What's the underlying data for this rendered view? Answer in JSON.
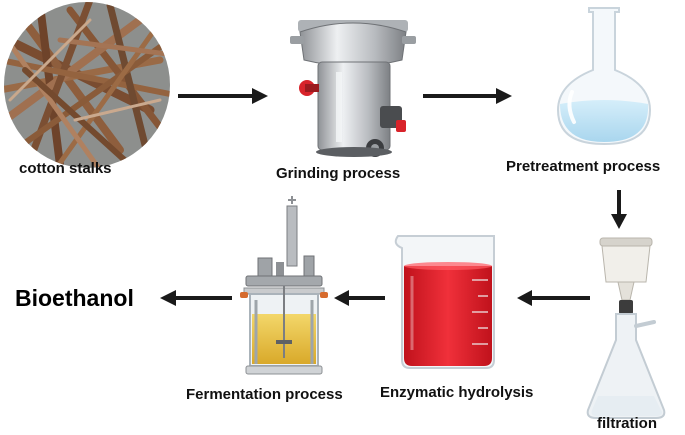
{
  "steps": {
    "cotton_stalks": "cotton stalks",
    "grinding": "Grinding process",
    "pretreatment": "Pretreatment process",
    "filtration": "filtration",
    "enzymatic": "Enzymatic hydrolysis",
    "fermentation": "Fermentation process",
    "product": "Bioethanol"
  },
  "colors": {
    "arrow": "#1a1a1a",
    "stalk_photo_bg": "#8d8f8d",
    "stalk_brown": "#8a5a3b",
    "flask_liquid": "#bfe3f4",
    "beaker_liquid": "#e0202a",
    "fermenter_liquid": "#e9c23d",
    "steel": "#c8cacc",
    "knob_red": "#d8232a"
  },
  "icons": {
    "cotton_stalks": "cotton-stalks-photo",
    "grinding": "grinder-machine-icon",
    "pretreatment": "round-bottom-flask-icon",
    "filtration": "buchner-funnel-flask-icon",
    "enzymatic": "beaker-red-liquid-icon",
    "fermentation": "bioreactor-fermenter-icon"
  }
}
